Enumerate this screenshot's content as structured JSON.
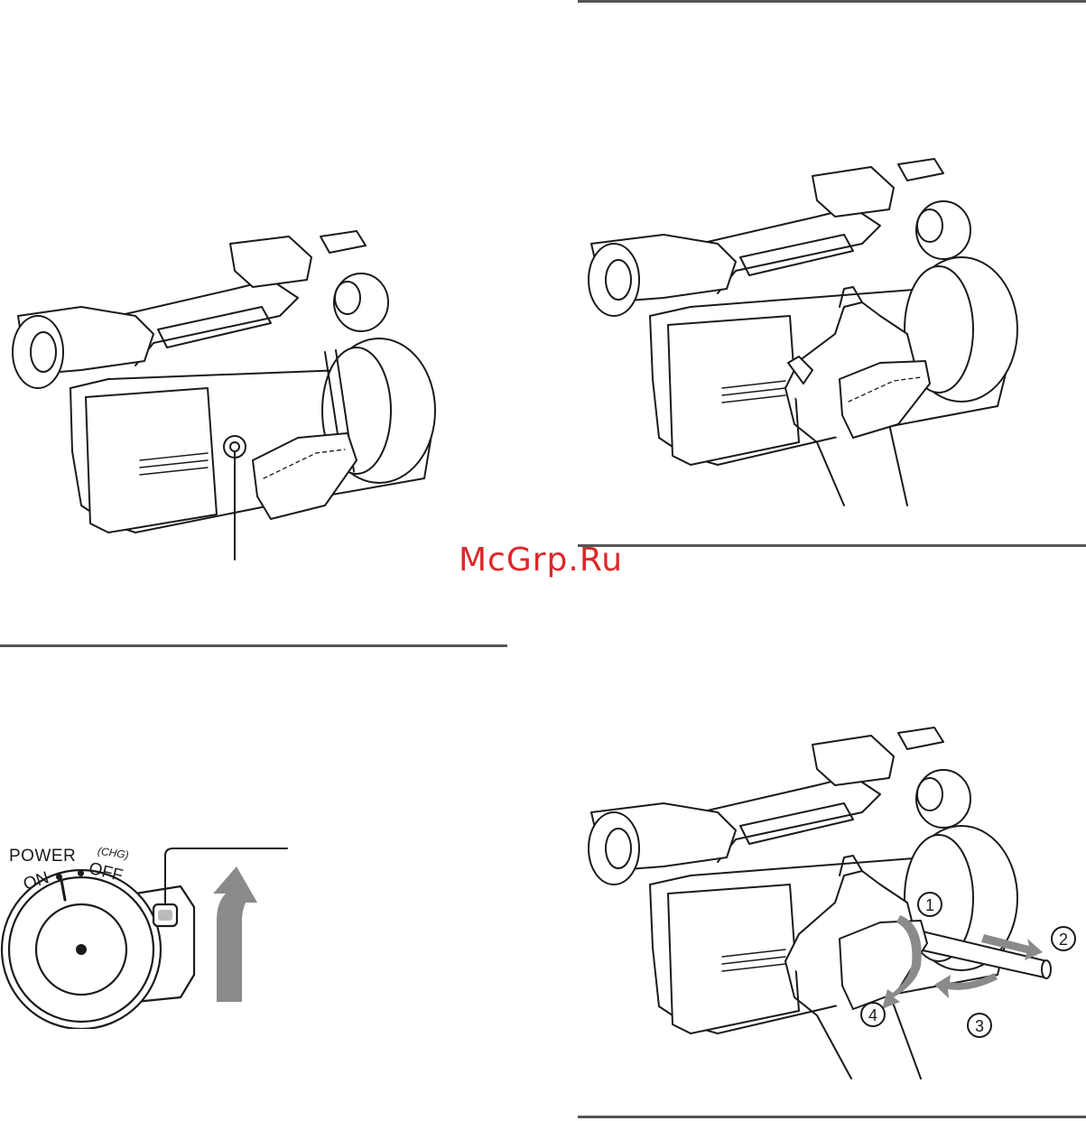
{
  "watermark": "McGrp.Ru",
  "power_switch": {
    "label": "POWER",
    "on": "ON",
    "off": "OFF",
    "chg": "(CHG)"
  },
  "strap_steps": [
    "1",
    "2",
    "3",
    "4"
  ],
  "colors": {
    "watermark": "#e0262a",
    "line": "#1a1a1a",
    "rule": "#555555",
    "arrow": "#8a8a8a",
    "body": "#ffffff"
  }
}
